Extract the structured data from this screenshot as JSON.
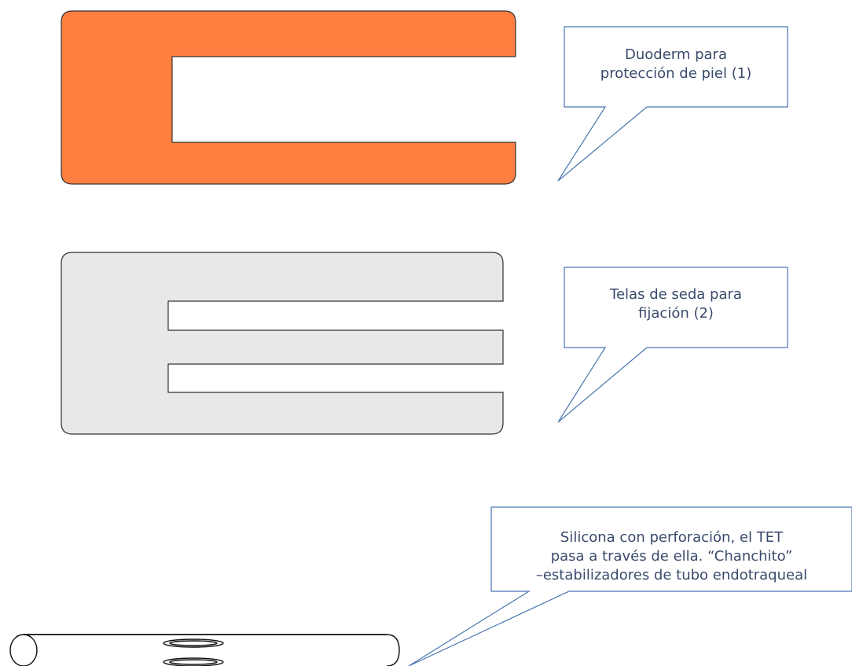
{
  "colors": {
    "duoderm_fill": "#ff7f40",
    "silk_fill": "#e8e8e8",
    "shape_stroke": "#333333",
    "callout_stroke": "#4a76b0",
    "callout_text": "#3a4a6b"
  },
  "callouts": {
    "duoderm": {
      "line1": "Duoderm para",
      "line2": "protección de piel (1)"
    },
    "silk": {
      "line1": "Telas de seda para",
      "line2": "fijación (2)"
    },
    "silicone": {
      "line1": "Silicona con perforación, el TET",
      "line2": "pasa a través de ella. “Chanchito”",
      "line3": "–estabilizadores de tubo endotraqueal"
    }
  }
}
